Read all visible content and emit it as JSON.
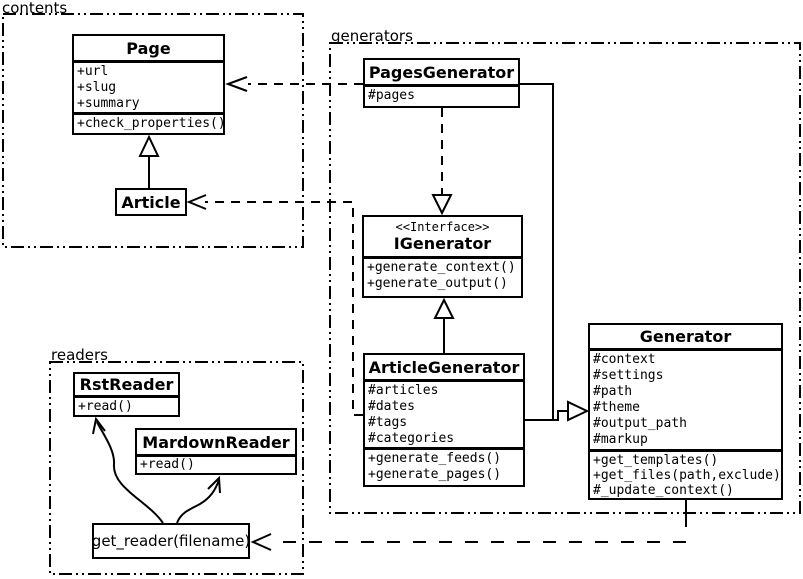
{
  "diagram": {
    "kind": "uml-class-diagram",
    "colors": {
      "ink": "#000000",
      "background": "#ffffff"
    }
  },
  "packages": {
    "contents": {
      "label": "contents"
    },
    "generators": {
      "label": "generators"
    },
    "readers": {
      "label": "readers"
    }
  },
  "classes": {
    "page": {
      "name": "Page",
      "attrs": [
        "+url",
        "+slug",
        "+summary"
      ],
      "methods": [
        "+check_properties()"
      ]
    },
    "article": {
      "name": "Article"
    },
    "pages_generator": {
      "name": "PagesGenerator",
      "attrs": [
        "#pages"
      ]
    },
    "igenerator": {
      "stereotype": "<<Interface>>",
      "name": "IGenerator",
      "methods": [
        "+generate_context()",
        "+generate_output()"
      ]
    },
    "article_generator": {
      "name": "ArticleGenerator",
      "attrs": [
        "#articles",
        "#dates",
        "#tags",
        "#categories"
      ],
      "methods": [
        "+generate_feeds()",
        "+generate_pages()"
      ]
    },
    "generator": {
      "name": "Generator",
      "attrs": [
        "#context",
        "#settings",
        "#path",
        "#theme",
        "#output_path",
        "#markup"
      ],
      "methods": [
        "+get_templates()",
        "+get_files(path,exclude)",
        "#_update_context()"
      ]
    },
    "rst_reader": {
      "name": "RstReader",
      "methods": [
        "+read()"
      ]
    },
    "mardown_reader": {
      "name": "MardownReader",
      "methods": [
        "+read()"
      ]
    },
    "get_reader": {
      "label": "get_reader(filename)"
    }
  },
  "relationships": [
    {
      "type": "generalization",
      "from": "Article",
      "to": "Page"
    },
    {
      "type": "dependency",
      "from": "PagesGenerator",
      "to": "Page"
    },
    {
      "type": "dependency",
      "from": "ArticleGenerator",
      "to": "Article"
    },
    {
      "type": "realization",
      "from": "PagesGenerator",
      "to": "IGenerator"
    },
    {
      "type": "realization",
      "from": "ArticleGenerator",
      "to": "IGenerator"
    },
    {
      "type": "generalization",
      "from": "PagesGenerator",
      "to": "Generator"
    },
    {
      "type": "generalization",
      "from": "ArticleGenerator",
      "to": "Generator"
    },
    {
      "type": "dependency",
      "from": "Generator",
      "to": "get_reader(filename)"
    },
    {
      "type": "call",
      "from": "get_reader(filename)",
      "to": "RstReader"
    },
    {
      "type": "call",
      "from": "get_reader(filename)",
      "to": "MardownReader"
    }
  ]
}
